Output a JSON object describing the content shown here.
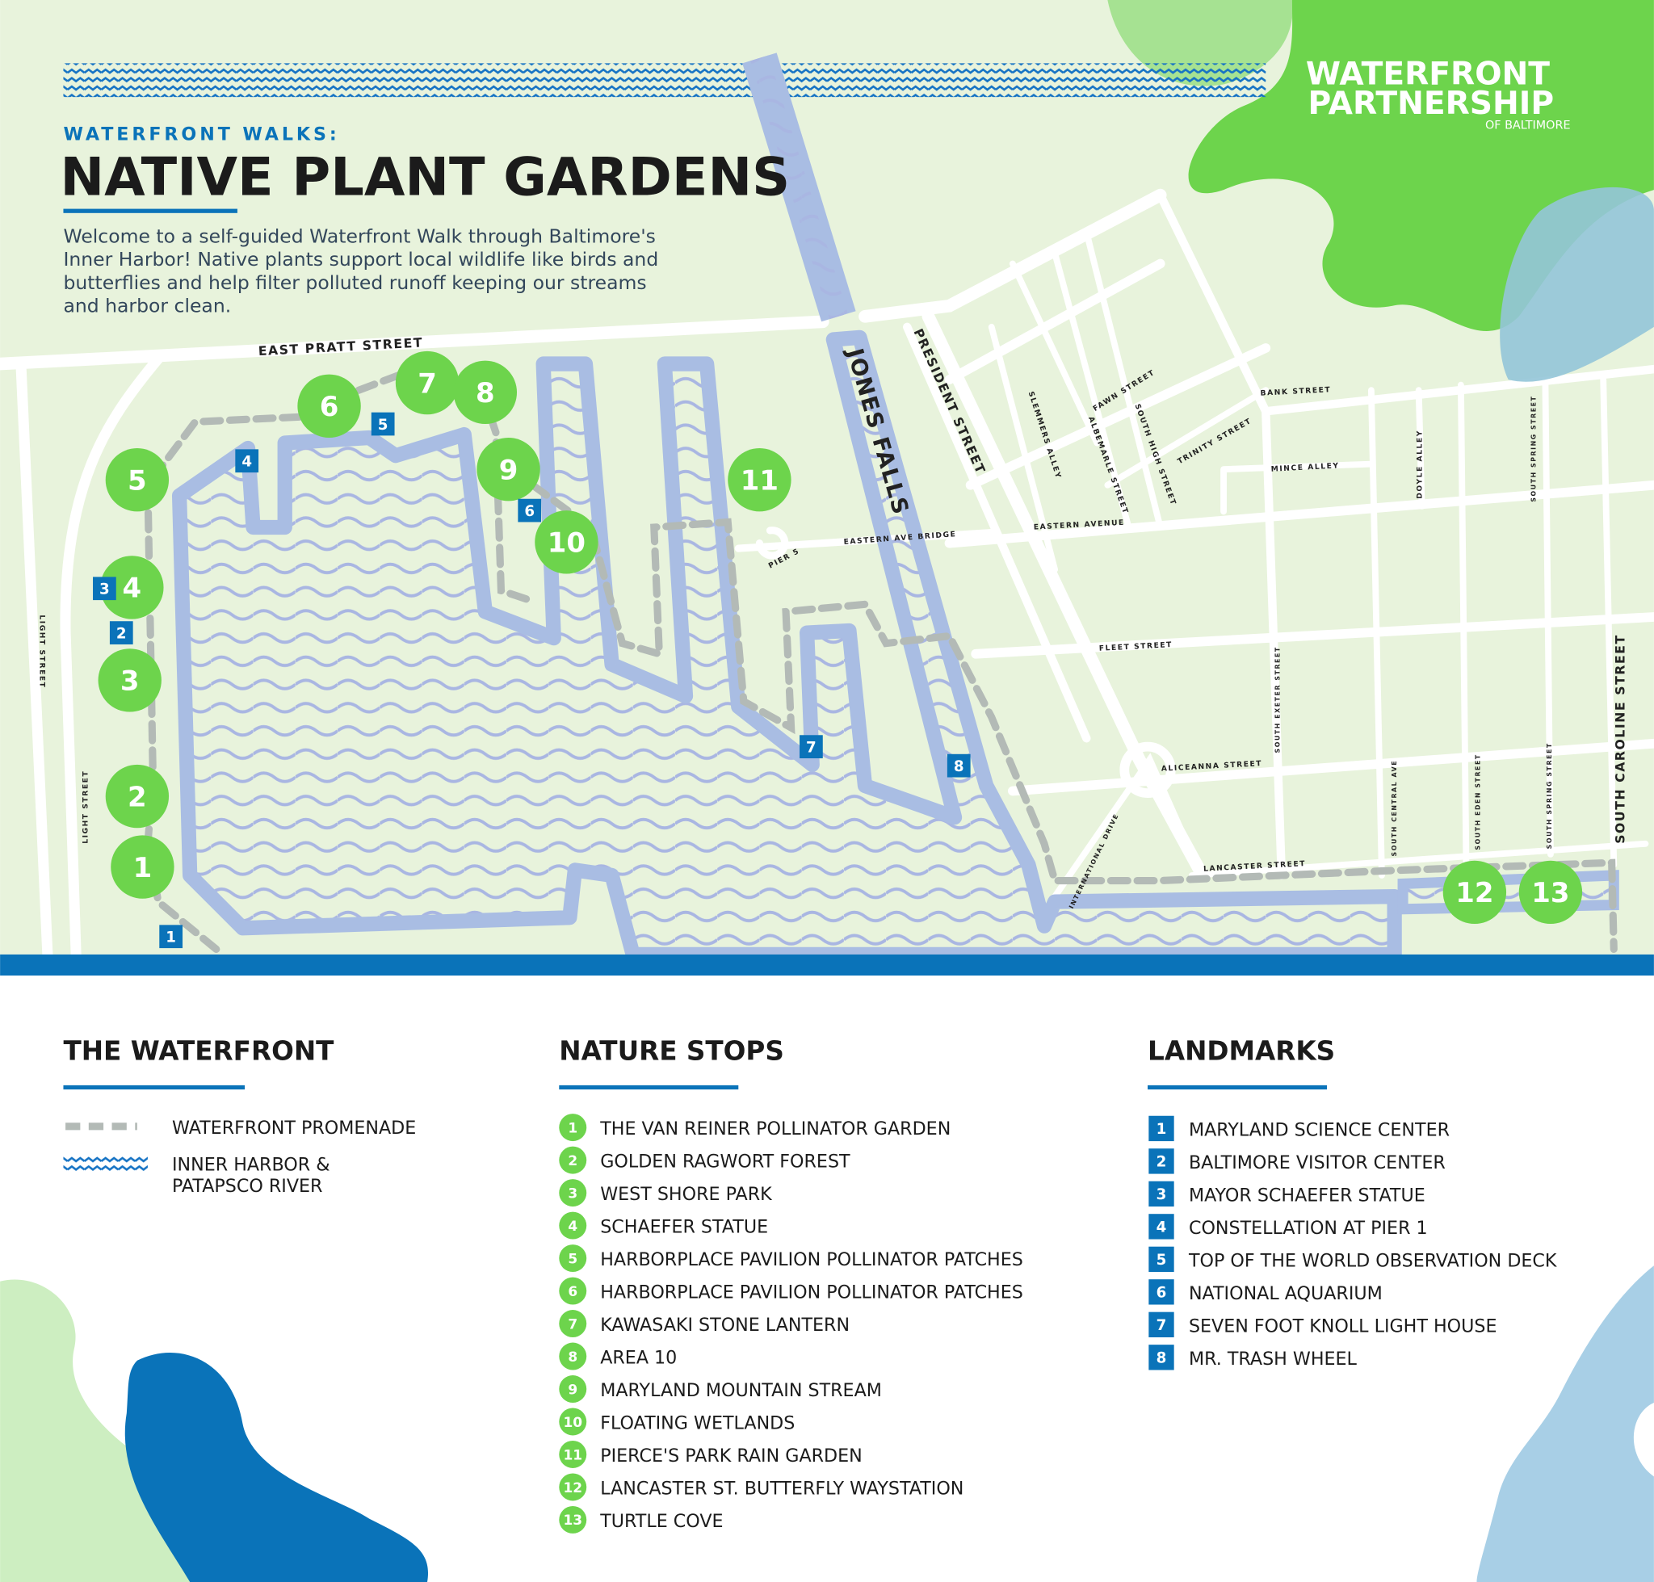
{
  "header": {
    "kicker": "WATERFRONT WALKS:",
    "title": "NATIVE PLANT GARDENS",
    "intro_lines": [
      "Welcome to a self-guided Waterfront Walk through Baltimore's",
      "Inner Harbor! Native plants support local wildlife like birds and",
      "butterflies and help filter polluted runoff keeping our streams",
      "and harbor clean."
    ]
  },
  "logo": {
    "line1": "WATERFRONT",
    "line2": "PARTNERSHIP",
    "line3": "OF BALTIMORE"
  },
  "colors": {
    "green": "#6dd44c",
    "blue": "#0a73b9",
    "land": "#e8f3dc",
    "water_edge": "#a9bde3",
    "promenade": "#b3bab6"
  },
  "map": {
    "streets": {
      "east_pratt": "EAST PRATT STREET",
      "light": "LIGHT STREET",
      "jones_falls": "JONES FALLS",
      "president": "PRESIDENT STREET",
      "slemmers": "SLEMMERS ALLEY",
      "fawn": "FAWN STREET",
      "albemarle": "ALBEMARLE STREET",
      "south_high": "SOUTH HIGH STREET",
      "trinity": "TRINITY STREET",
      "bank": "BANK STREET",
      "mince": "MINCE ALLEY",
      "doyle": "DOYLE ALLEY",
      "south_spring": "SOUTH SPRING STREET",
      "eastern_ave_bridge": "EASTERN AVE BRIDGE",
      "eastern_avenue": "EASTERN AVENUE",
      "pier5": "PIER 5",
      "fleet": "FLEET STREET",
      "south_exeter": "SOUTH EXETER STREET",
      "aliceanna": "ALICEANNA STREET",
      "international": "INTERNATIONAL DRIVE",
      "lancaster": "LANCASTER STREET",
      "south_central": "SOUTH CENTRAL AVE",
      "south_eden": "SOUTH EDEN STREET",
      "south_caroline": "SOUTH CAROLINE STREET"
    },
    "stop_markers": [
      "1",
      "2",
      "3",
      "4",
      "5",
      "6",
      "7",
      "8",
      "9",
      "10",
      "11",
      "12",
      "13"
    ],
    "landmark_markers": [
      "1",
      "2",
      "3",
      "4",
      "5",
      "6",
      "7",
      "8"
    ]
  },
  "legend": {
    "waterfront": {
      "heading": "THE WATERFRONT",
      "promenade": "WATERFRONT PROMENADE",
      "water_line1": "INNER HARBOR &",
      "water_line2": "PATAPSCO RIVER"
    },
    "nature_stops": {
      "heading": "NATURE STOPS",
      "items": [
        {
          "n": "1",
          "label": "THE VAN REINER POLLINATOR GARDEN"
        },
        {
          "n": "2",
          "label": "GOLDEN RAGWORT FOREST"
        },
        {
          "n": "3",
          "label": "WEST SHORE PARK"
        },
        {
          "n": "4",
          "label": "SCHAEFER STATUE"
        },
        {
          "n": "5",
          "label": "HARBORPLACE PAVILION POLLINATOR PATCHES"
        },
        {
          "n": "6",
          "label": "HARBORPLACE PAVILION POLLINATOR PATCHES"
        },
        {
          "n": "7",
          "label": "KAWASAKI STONE LANTERN"
        },
        {
          "n": "8",
          "label": "AREA 10"
        },
        {
          "n": "9",
          "label": "MARYLAND MOUNTAIN STREAM"
        },
        {
          "n": "10",
          "label": "FLOATING WETLANDS"
        },
        {
          "n": "11",
          "label": "PIERCE'S PARK RAIN GARDEN"
        },
        {
          "n": "12",
          "label": "LANCASTER ST. BUTTERFLY WAYSTATION"
        },
        {
          "n": "13",
          "label": "TURTLE COVE"
        }
      ]
    },
    "landmarks": {
      "heading": "LANDMARKS",
      "items": [
        {
          "n": "1",
          "label": "MARYLAND SCIENCE CENTER"
        },
        {
          "n": "2",
          "label": "BALTIMORE VISITOR CENTER"
        },
        {
          "n": "3",
          "label": "MAYOR SCHAEFER STATUE"
        },
        {
          "n": "4",
          "label": "CONSTELLATION AT PIER 1"
        },
        {
          "n": "5",
          "label": "TOP OF THE WORLD OBSERVATION DECK"
        },
        {
          "n": "6",
          "label": "NATIONAL AQUARIUM"
        },
        {
          "n": "7",
          "label": "SEVEN FOOT KNOLL LIGHT HOUSE"
        },
        {
          "n": "8",
          "label": "MR. TRASH WHEEL"
        }
      ]
    }
  }
}
